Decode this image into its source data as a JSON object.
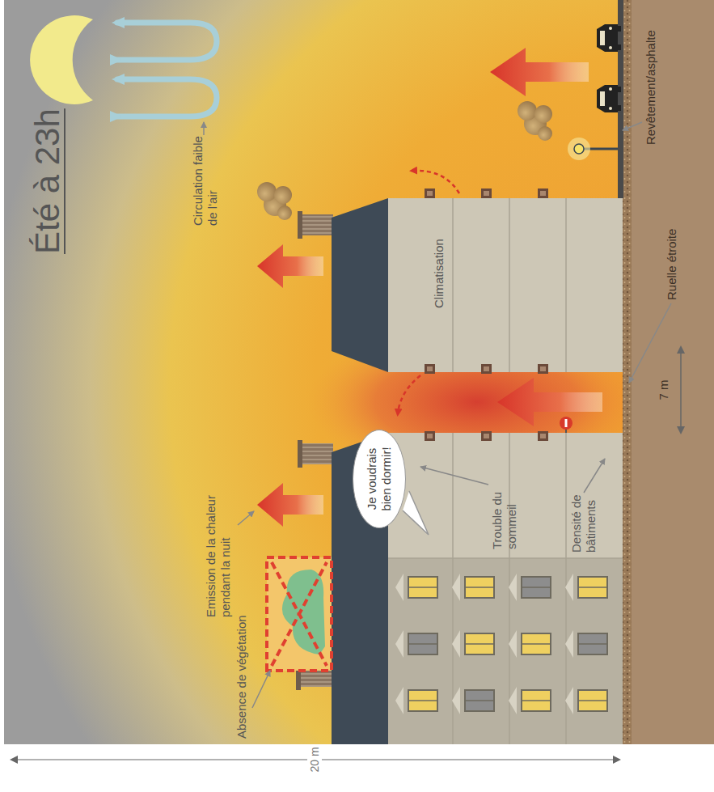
{
  "diagram": {
    "title": "Été à 23h",
    "nodes": [
      {
        "text": [
          "Je voudrais bien dormir!"
        ]
      }
    ],
    "labels": [
      "Absence de végétation",
      "Emission de la chaleur pendant la nuit",
      "Trouble du sommeil",
      "Densité de bâtiments",
      "Climatisation",
      "Circulation faible de l'air",
      "Revêtement/asphalte",
      "Ruelle étroite",
      "7 m",
      "20 m"
    ]
  }
}
